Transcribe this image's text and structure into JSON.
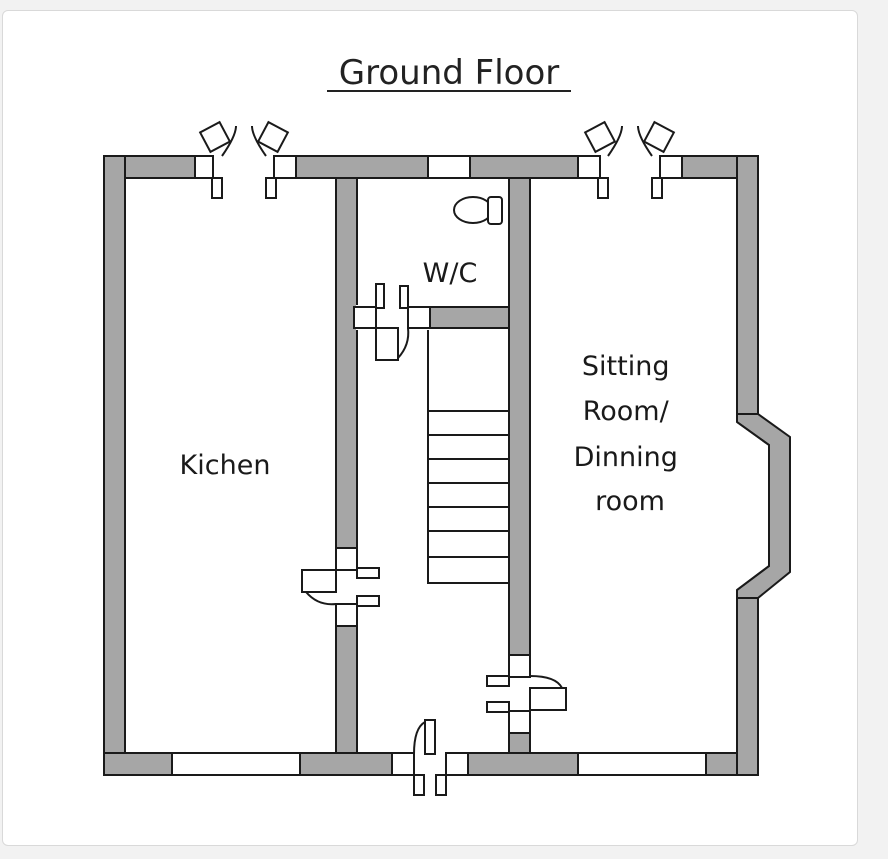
{
  "title": "Ground Floor",
  "rooms": {
    "kitchen": "Kichen",
    "wc": "W/C",
    "sitting_lines": [
      "Sitting",
      "Room/",
      "Dinning",
      "room"
    ]
  },
  "colors": {
    "wall": "#a6a6a6",
    "line": "#1a1a1a",
    "background": "#ffffff"
  }
}
